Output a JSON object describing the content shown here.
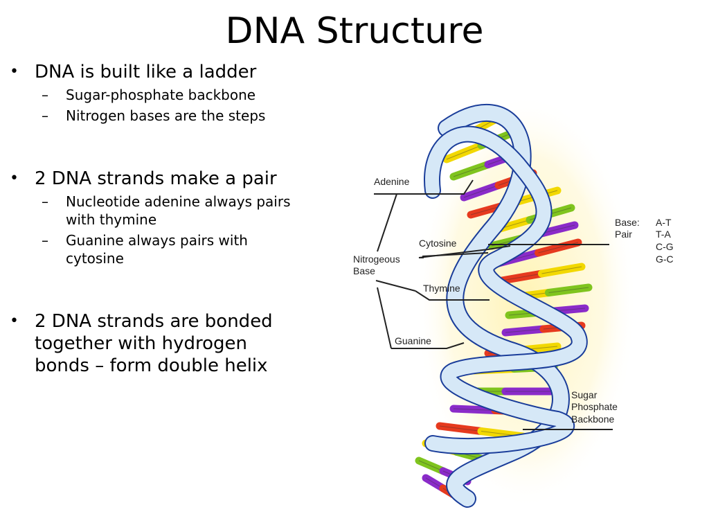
{
  "slide": {
    "title": "DNA Structure",
    "bullets": [
      {
        "text": "DNA is built like a ladder",
        "subs": [
          "Sugar-phosphate backbone",
          "Nitrogen bases are the steps"
        ]
      },
      {
        "text": "2 DNA strands make a pair",
        "subs": [
          "Nucleotide adenine always pairs with thymine",
          "Guanine always pairs with cytosine"
        ]
      },
      {
        "text": "2 DNA strands are bonded together with hydrogen bonds – form double helix",
        "subs": []
      }
    ]
  },
  "diagram": {
    "labels": {
      "adenine": "Adenine",
      "cytosine": "Cytosine",
      "thymine": "Thymine",
      "guanine": "Guanine",
      "nitrogeous_1": "Nitrogeous",
      "nitrogeous_2": "Base",
      "base_pair_1": "Base:",
      "base_pair_2": "Pair",
      "pairs": [
        "A-T",
        "T-A",
        "C-G",
        "G-C"
      ],
      "backbone_1": "Sugar",
      "backbone_2": "Phosphate",
      "backbone_3": "Backbone"
    },
    "colors": {
      "adenine": "#e63a1e",
      "thymine": "#f2d800",
      "guanine": "#7fc41e",
      "cytosine": "#8a2bc9",
      "backbone": "#d6e8f7",
      "backbone_edge": "#1a3d9a",
      "glow": "#fff3b0"
    }
  }
}
